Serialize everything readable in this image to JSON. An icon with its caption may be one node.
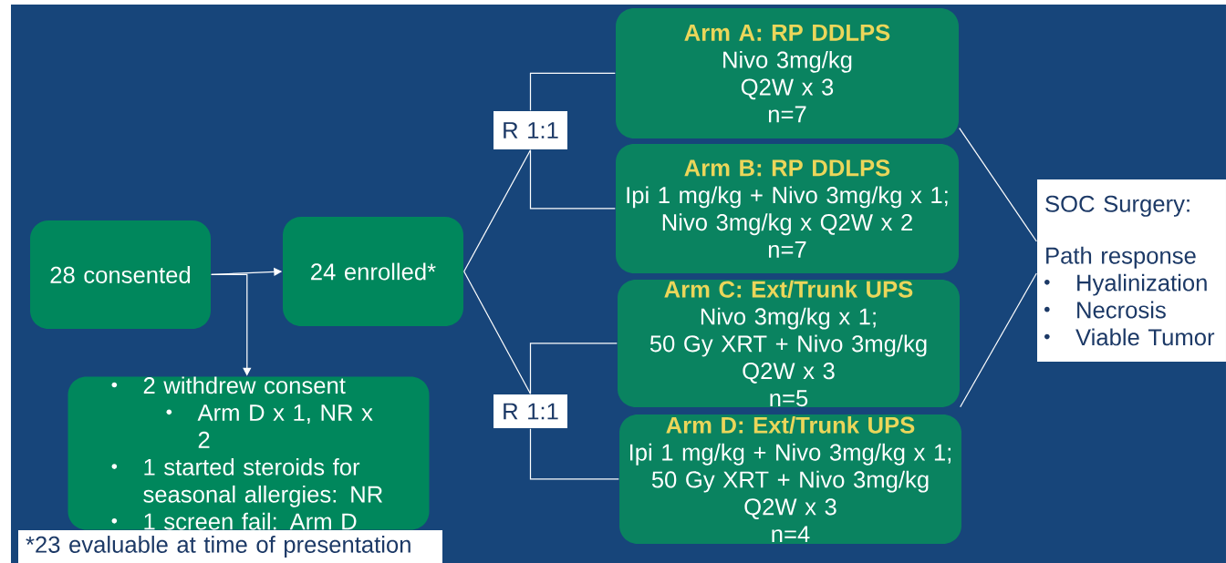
{
  "diagram": {
    "nodes": [
      {
        "text": [
          "28 consented"
        ]
      },
      {
        "text": [
          "24 enrolled*"
        ]
      },
      {
        "text": [
          "2 withdrew consent",
          "Arm D x 1, NR x 2",
          "1 started steroids for seasonal allergies: NR",
          "1 screen fail: Arm D"
        ]
      },
      {
        "text": [
          "R 1:1"
        ]
      },
      {
        "text": [
          "Arm A: RP DDLPS",
          "Nivo 3mg/kg",
          "Q2W x 3",
          "n=7"
        ]
      },
      {
        "text": [
          "Arm B: RP DDLPS",
          "Ipi 1 mg/kg + Nivo 3mg/kg x 1;",
          "Nivo 3mg/kg x Q2W x 2",
          "n=7"
        ]
      },
      {
        "text": [
          "R 1:1"
        ]
      },
      {
        "text": [
          "Arm C: Ext/Trunk UPS",
          "Nivo 3mg/kg x 1;",
          "50 Gy XRT + Nivo 3mg/kg",
          "Q2W x 3",
          "n=5"
        ]
      },
      {
        "text": [
          "Arm D: Ext/Trunk UPS",
          "Ipi 1 mg/kg + Nivo 3mg/kg x 1;",
          "50 Gy XRT + Nivo 3mg/kg",
          "Q2W x 3",
          "n=4"
        ]
      },
      {
        "text": [
          "SOC Surgery:",
          "Path response",
          "Hyalinization",
          "Necrosis",
          "Viable Tumor"
        ]
      },
      {
        "text": [
          "*23 evaluable at time of presentation"
        ]
      }
    ],
    "edges": [
      {
        "from": 0,
        "to": 1,
        "arrow": "to"
      },
      {
        "from": 0,
        "to": 2,
        "arrow": "to"
      },
      {
        "from": 1,
        "to": 3,
        "arrow": "none"
      },
      {
        "from": 1,
        "to": 6,
        "arrow": "none"
      },
      {
        "from": 3,
        "to": 4,
        "arrow": "none"
      },
      {
        "from": 3,
        "to": 5,
        "arrow": "none"
      },
      {
        "from": 6,
        "to": 7,
        "arrow": "none"
      },
      {
        "from": 6,
        "to": 8,
        "arrow": "none"
      },
      {
        "from": 4,
        "to": 9,
        "arrow": "none"
      },
      {
        "from": 7,
        "to": 9,
        "arrow": "none"
      }
    ]
  }
}
